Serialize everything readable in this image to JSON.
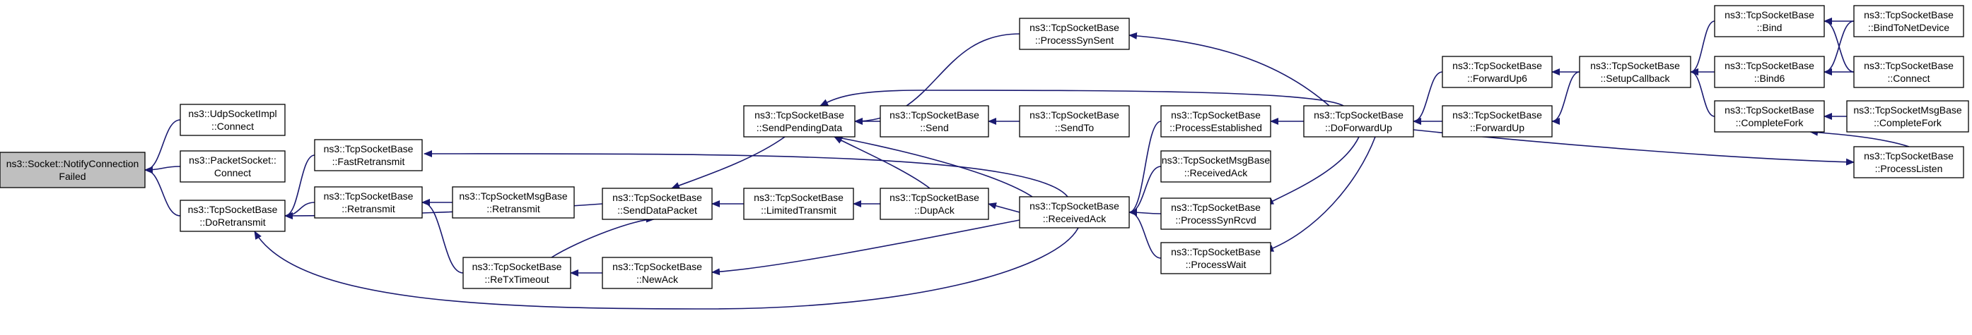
{
  "nodes": {
    "notify": [
      "ns3::Socket::NotifyConnection",
      "Failed"
    ],
    "udpConnect": [
      "ns3::UdpSocketImpl",
      "::Connect"
    ],
    "pktConnect": [
      "ns3::PacketSocket::",
      "Connect"
    ],
    "doRetransmit": [
      "ns3::TcpSocketBase",
      "::DoRetransmit"
    ],
    "fastRetransmit": [
      "ns3::TcpSocketBase",
      "::FastRetransmit"
    ],
    "retransmit": [
      "ns3::TcpSocketBase",
      "::Retransmit"
    ],
    "msgRetransmit": [
      "ns3::TcpSocketMsgBase",
      "::Retransmit"
    ],
    "reTxTimeout": [
      "ns3::TcpSocketBase",
      "::ReTxTimeout"
    ],
    "sendDataPacket": [
      "ns3::TcpSocketBase",
      "::SendDataPacket"
    ],
    "newAck": [
      "ns3::TcpSocketBase",
      "::NewAck"
    ],
    "sendPending": [
      "ns3::TcpSocketBase",
      "::SendPendingData"
    ],
    "limitedTx": [
      "ns3::TcpSocketBase",
      "::LimitedTransmit"
    ],
    "send": [
      "ns3::TcpSocketBase",
      "::Send"
    ],
    "dupAck": [
      "ns3::TcpSocketBase",
      "::DupAck"
    ],
    "processSynSent": [
      "ns3::TcpSocketBase",
      "::ProcessSynSent"
    ],
    "sendTo": [
      "ns3::TcpSocketBase",
      "::SendTo"
    ],
    "receivedAck": [
      "ns3::TcpSocketBase",
      "::ReceivedAck"
    ],
    "processEst": [
      "ns3::TcpSocketBase",
      "::ProcessEstablished"
    ],
    "msgReceivedAck": [
      "ns3::TcpSocketMsgBase",
      "::ReceivedAck"
    ],
    "processSynRcvd": [
      "ns3::TcpSocketBase",
      "::ProcessSynRcvd"
    ],
    "processWait": [
      "ns3::TcpSocketBase",
      "::ProcessWait"
    ],
    "doForwardUp": [
      "ns3::TcpSocketBase",
      "::DoForwardUp"
    ],
    "forwardUp6": [
      "ns3::TcpSocketBase",
      "::ForwardUp6"
    ],
    "forwardUp": [
      "ns3::TcpSocketBase",
      "::ForwardUp"
    ],
    "setupCallback": [
      "ns3::TcpSocketBase",
      "::SetupCallback"
    ],
    "bind": [
      "ns3::TcpSocketBase",
      "::Bind"
    ],
    "bind6": [
      "ns3::TcpSocketBase",
      "::Bind6"
    ],
    "completeFork": [
      "ns3::TcpSocketBase",
      "::CompleteFork"
    ],
    "bindToNetDev": [
      "ns3::TcpSocketBase",
      "::BindToNetDevice"
    ],
    "connect": [
      "ns3::TcpSocketBase",
      "::Connect"
    ],
    "msgCompleteFork": [
      "ns3::TcpSocketMsgBase",
      "::CompleteFork"
    ],
    "processListen": [
      "ns3::TcpSocketBase",
      "::ProcessListen"
    ]
  },
  "edges": [
    [
      "udpConnect",
      "notify"
    ],
    [
      "pktConnect",
      "notify"
    ],
    [
      "doRetransmit",
      "notify"
    ],
    [
      "fastRetransmit",
      "doRetransmit"
    ],
    [
      "retransmit",
      "doRetransmit"
    ],
    [
      "sendDataPacket",
      "doRetransmit"
    ],
    [
      "receivedAck",
      "doRetransmit"
    ],
    [
      "receivedAck",
      "fastRetransmit"
    ],
    [
      "msgRetransmit",
      "retransmit"
    ],
    [
      "reTxTimeout",
      "retransmit"
    ],
    [
      "reTxTimeout",
      "sendDataPacket"
    ],
    [
      "newAck",
      "reTxTimeout"
    ],
    [
      "sendPending",
      "sendDataPacket"
    ],
    [
      "limitedTx",
      "sendDataPacket"
    ],
    [
      "receivedAck",
      "newAck"
    ],
    [
      "send",
      "sendPending"
    ],
    [
      "dupAck",
      "sendPending"
    ],
    [
      "processSynSent",
      "sendPending"
    ],
    [
      "receivedAck",
      "sendPending"
    ],
    [
      "doForwardUp",
      "sendPending"
    ],
    [
      "dupAck",
      "limitedTx"
    ],
    [
      "sendTo",
      "send"
    ],
    [
      "receivedAck",
      "dupAck"
    ],
    [
      "doForwardUp",
      "processSynSent"
    ],
    [
      "processEst",
      "receivedAck"
    ],
    [
      "msgReceivedAck",
      "receivedAck"
    ],
    [
      "processSynRcvd",
      "receivedAck"
    ],
    [
      "processWait",
      "receivedAck"
    ],
    [
      "doForwardUp",
      "processEst"
    ],
    [
      "doForwardUp",
      "processSynRcvd"
    ],
    [
      "doForwardUp",
      "processWait"
    ],
    [
      "forwardUp6",
      "doForwardUp"
    ],
    [
      "forwardUp",
      "doForwardUp"
    ],
    [
      "doForwardUp",
      "processListen"
    ],
    [
      "setupCallback",
      "forwardUp6"
    ],
    [
      "setupCallback",
      "forwardUp"
    ],
    [
      "bind",
      "setupCallback"
    ],
    [
      "bind6",
      "setupCallback"
    ],
    [
      "completeFork",
      "setupCallback"
    ],
    [
      "bindToNetDev",
      "bind"
    ],
    [
      "connect",
      "bind"
    ],
    [
      "bindToNetDev",
      "bind6"
    ],
    [
      "connect",
      "bind6"
    ],
    [
      "msgCompleteFork",
      "completeFork"
    ],
    [
      "processListen",
      "completeFork"
    ]
  ],
  "colors": {
    "edge": "#191970",
    "node_border": "#000000",
    "root_fill": "#bfbfbf",
    "node_fill": "#ffffff"
  }
}
